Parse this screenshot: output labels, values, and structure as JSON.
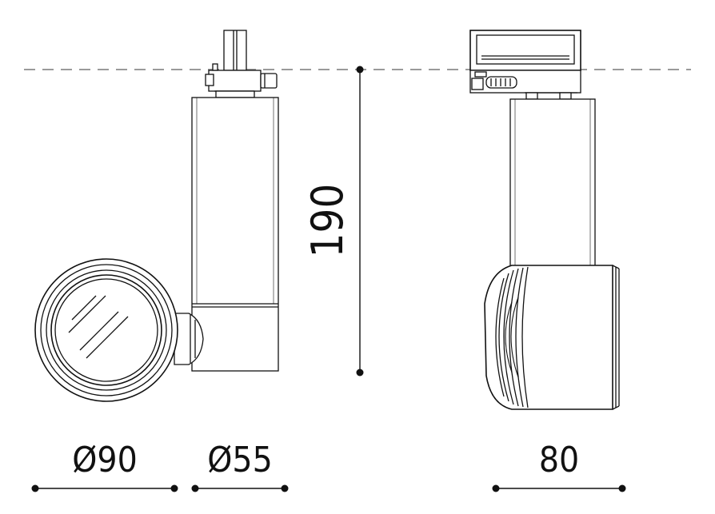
{
  "dimensions": {
    "diameter_head": "Ø90",
    "diameter_body": "Ø55",
    "height": "190",
    "depth": "80"
  },
  "colors": {
    "ink": "#111111",
    "dash_line": "#9a9a9a",
    "fill_light": "#ffffff",
    "fill_shade": "#f2f2f2"
  }
}
